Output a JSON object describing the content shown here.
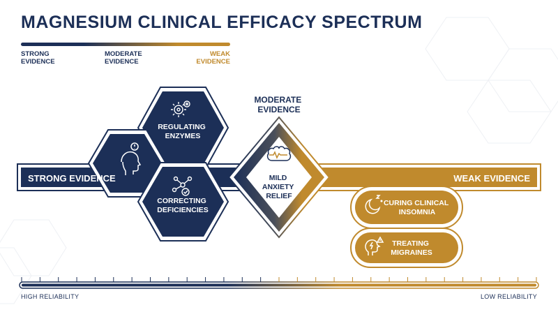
{
  "title": "MAGNESIUM CLINICAL EFFICACY SPECTRUM",
  "legend": {
    "strong": "STRONG\nEVIDENCE",
    "moderate": "MODERATE\nEVIDENCE",
    "weak": "WEAK\nEVIDENCE"
  },
  "colors": {
    "navy": "#1c2f57",
    "gold": "#c08a2d"
  },
  "strong_band_label": "STRONG EVIDENCE",
  "weak_band_label": "WEAK EVIDENCE",
  "moderate_heading": [
    "MODERATE",
    "EVIDENCE"
  ],
  "nodes": {
    "regulating_enzymes": {
      "lines": [
        "REGULATING",
        "ENZYMES"
      ],
      "icon": "gears-icon"
    },
    "head_alert": {
      "icon": "head-alert-icon"
    },
    "correcting_deficiencies": {
      "lines": [
        "CORRECTING",
        "DEFICIENCIES"
      ],
      "icon": "molecule-check-icon"
    },
    "mild_anxiety_relief": {
      "lines": [
        "MILD",
        "ANXIETY",
        "RELIEF"
      ],
      "icon": "brain-pulse-icon"
    },
    "curing_clinical_insomnia": {
      "lines": [
        "CURING CLINICAL",
        "INSOMNIA"
      ],
      "icon": "moon-sleep-icon"
    },
    "treating_migraines": {
      "lines": [
        "TREATING",
        "MIGRAINES"
      ],
      "icon": "head-lightning-icon"
    }
  },
  "scale": {
    "left": "HIGH RELIABILITY",
    "right": "LOW RELIABILITY"
  }
}
